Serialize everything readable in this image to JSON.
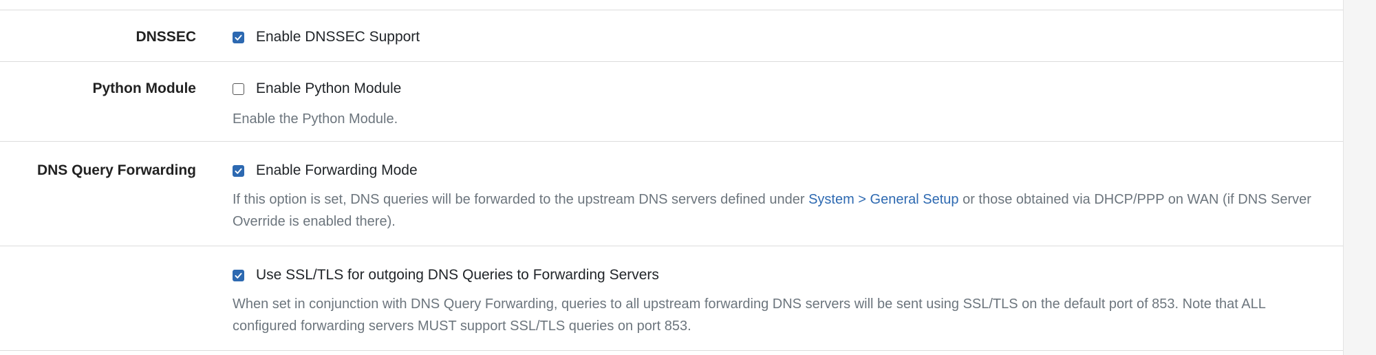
{
  "rows": {
    "dnssec": {
      "label": "DNSSEC",
      "checkbox_label": "Enable DNSSEC Support",
      "checked": true
    },
    "python": {
      "label": "Python Module",
      "checkbox_label": "Enable Python Module",
      "checked": false,
      "help": "Enable the Python Module."
    },
    "forwarding": {
      "label": "DNS Query Forwarding",
      "checkbox_label": "Enable Forwarding Mode",
      "checked": true,
      "help_before": "If this option is set, DNS queries will be forwarded to the upstream DNS servers defined under ",
      "help_link": "System > General Setup",
      "help_after": " or those obtained via DHCP/PPP on WAN (if DNS Server Override is enabled there)."
    },
    "ssl": {
      "label": "",
      "checkbox_label": "Use SSL/TLS for outgoing DNS Queries to Forwarding Servers",
      "checked": true,
      "help": "When set in conjunction with DNS Query Forwarding, queries to all upstream forwarding DNS servers will be sent using SSL/TLS on the default port of 853. Note that ALL configured forwarding servers MUST support SSL/TLS queries on port 853."
    }
  },
  "colors": {
    "checkbox_checked": "#2d69b1",
    "link": "#2d69b1",
    "help_text": "#6c757d",
    "divider": "#dcdcdc"
  }
}
